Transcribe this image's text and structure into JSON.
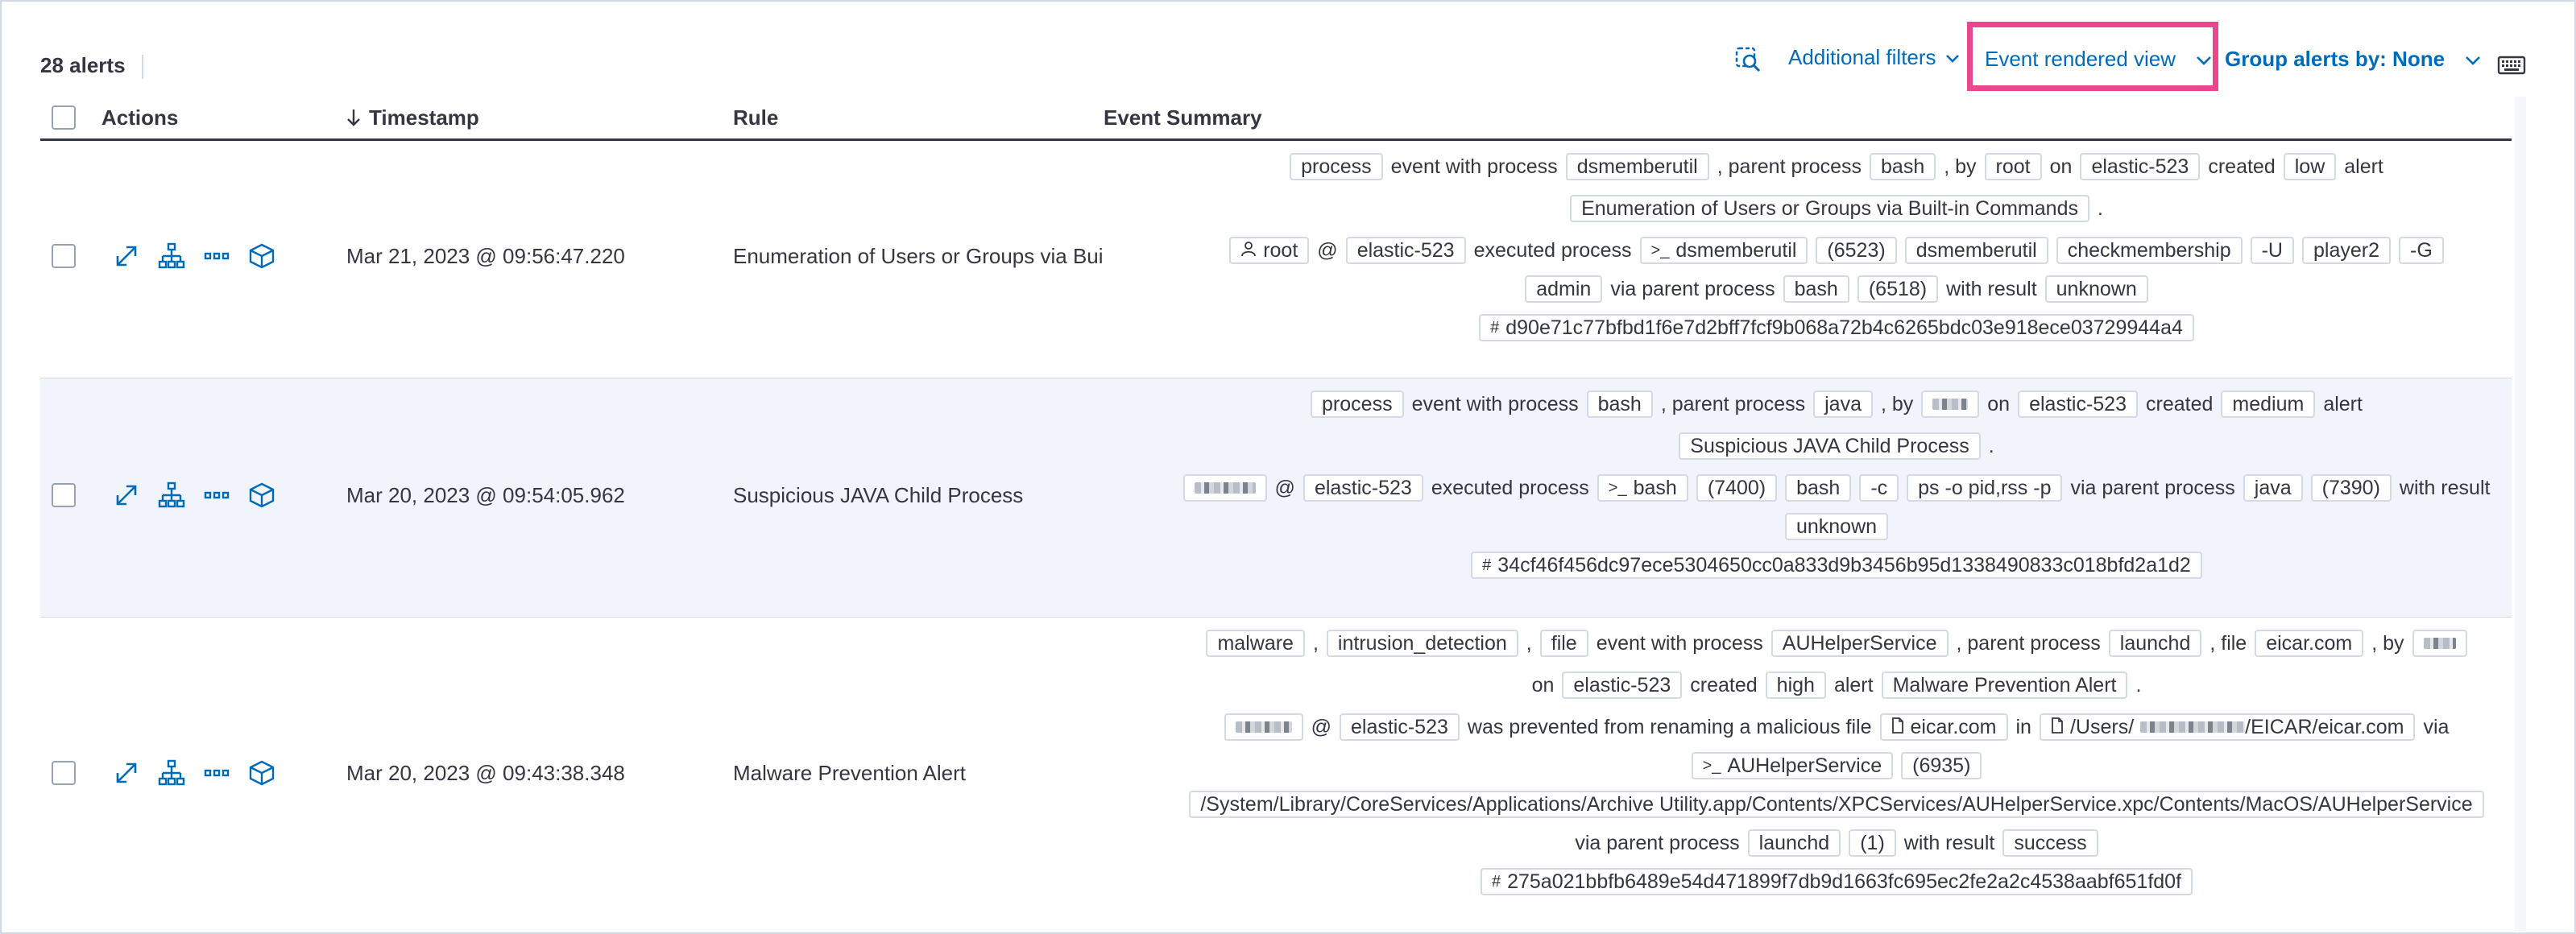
{
  "alert_count": "28 alerts",
  "toolbar": {
    "additional_filters": "Additional filters",
    "view_selector": "Event rendered view",
    "group_by": "Group alerts by: None"
  },
  "columns": {
    "actions": "Actions",
    "timestamp": "Timestamp",
    "rule": "Rule",
    "event_summary": "Event Summary"
  },
  "icons": [
    "inspect-icon",
    "chevron-down-icon",
    "keyboard-icon",
    "expand-icon",
    "analyzer-icon",
    "more-icon",
    "session-icon",
    "sort-down-icon",
    "user-icon",
    "terminal-icon",
    "hash-icon",
    "document-icon"
  ],
  "colors": {
    "link": "#006bb8",
    "highlight": "#e9488f",
    "border": "#d3dae6",
    "text": "#343741",
    "row_alt": "#f1f4fa"
  },
  "rows": [
    {
      "timestamp": "Mar 21, 2023 @ 09:56:47.220",
      "rule": "Enumeration of Users or Groups via Bui",
      "line1": {
        "t1": "process",
        "w1": "event with process",
        "t2": "dsmemberutil",
        "w2": ", parent process",
        "t3": "bash",
        "w3": ", by",
        "t4": "root",
        "w4": "on",
        "t5": "elastic-523",
        "w5": "created",
        "t6": "low",
        "w6": "alert"
      },
      "line2": {
        "t1": "Enumeration of Users or Groups via Built-in Commands",
        "w1": "."
      },
      "line3": {
        "user": "root",
        "at": "@",
        "host": "elastic-523",
        "w1": "executed process",
        "proc": "dsmemberutil",
        "pid": "(6523)",
        "a1": "dsmemberutil",
        "a2": "checkmembership",
        "a3": "-U",
        "a4": "player2",
        "a5": "-G"
      },
      "line4": {
        "a6": "admin",
        "w1": "via parent process",
        "parent": "bash",
        "ppid": "(6518)",
        "w2": "with result",
        "result": "unknown"
      },
      "hash": "d90e71c77bfbd1f6e7d2bff7fcf9b068a72b4c6265bdc03e918ece03729944a4"
    },
    {
      "timestamp": "Mar 20, 2023 @ 09:54:05.962",
      "rule": "Suspicious JAVA Child Process",
      "line1": {
        "t1": "process",
        "w1": "event with process",
        "t2": "bash",
        "w2": ", parent process",
        "t3": "java",
        "w3": ", by",
        "w4": "on",
        "t5": "elastic-523",
        "w5": "created",
        "t6": "medium",
        "w6": "alert"
      },
      "line2": {
        "t1": "Suspicious JAVA Child Process",
        "w1": "."
      },
      "line3": {
        "at": "@",
        "host": "elastic-523",
        "w1": "executed process",
        "proc": "bash",
        "pid": "(7400)",
        "a1": "bash",
        "a2": "-c",
        "a3": "ps -o pid,rss -p",
        "w2": "via parent process",
        "parent": "java",
        "ppid": "(7390)",
        "w3": "with result"
      },
      "line4": {
        "result": "unknown"
      },
      "hash": "34cf46f456dc97ece5304650cc0a833d9b3456b95d1338490833c018bfd2a1d2"
    },
    {
      "timestamp": "Mar 20, 2023 @ 09:43:38.348",
      "rule": "Malware Prevention Alert",
      "line1": {
        "t1": "malware",
        "c1": ",",
        "t2": "intrusion_detection",
        "c2": ",",
        "t3": "file",
        "w1": "event with process",
        "t4": "AUHelperService",
        "w2": ", parent process",
        "t5": "launchd",
        "w3": ", file",
        "t6": "eicar.com",
        "w4": ", by"
      },
      "line2": {
        "w1": "on",
        "host": "elastic-523",
        "w2": "created",
        "sev": "high",
        "w3": "alert",
        "name": "Malware Prevention Alert",
        "dot": "."
      },
      "line3": {
        "at": "@",
        "host": "elastic-523",
        "w1": "was prevented from renaming a malicious file",
        "file": "eicar.com",
        "w2": "in",
        "path_pre": "/Users/",
        "path_post": "/EICAR/eicar.com",
        "w3": "via"
      },
      "line4": {
        "proc": "AUHelperService",
        "pid": "(6935)"
      },
      "line5": {
        "exe": "/System/Library/CoreServices/Applications/Archive Utility.app/Contents/XPCServices/AUHelperService.xpc/Contents/MacOS/AUHelperService"
      },
      "line6": {
        "w1": "via parent process",
        "parent": "launchd",
        "ppid": "(1)",
        "w2": "with result",
        "result": "success"
      },
      "hash": "275a021bbfb6489e54d471899f7db9d1663fc695ec2fe2a2c4538aabf651fd0f"
    }
  ]
}
